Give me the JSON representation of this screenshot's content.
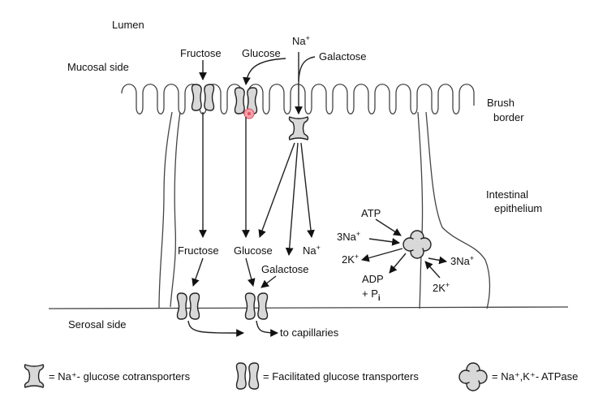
{
  "regions": {
    "lumen": "Lumen",
    "mucosal_side": "Mucosal side",
    "serosal_side": "Serosal side",
    "brush_border_1": "Brush",
    "brush_border_2": "border",
    "epithelium_1": "Intestinal",
    "epithelium_2": "epithelium"
  },
  "apical": {
    "fructose": "Fructose",
    "glucose": "Glucose",
    "na": "Na",
    "galactose": "Galactose"
  },
  "basal": {
    "fructose": "Fructose",
    "glucose": "Glucose",
    "galactose": "Galactose",
    "na": "Na",
    "to_capillaries": "to capillaries"
  },
  "pump": {
    "atp": "ATP",
    "na_in": "3Na",
    "k_out": "2K",
    "adp": "ADP",
    "pi": "+ P",
    "pi_sub": "i",
    "na_out": "3Na",
    "k_in": "2K",
    "plus": "+"
  },
  "legend": {
    "cotransporter": "= Na⁺- glucose cotransporters",
    "facilitated": "= Facilitated glucose transporters",
    "atpase": "= Na⁺,K⁺- ATPase"
  },
  "colors": {
    "highlight": "#e05060"
  }
}
